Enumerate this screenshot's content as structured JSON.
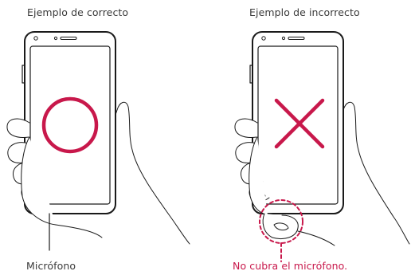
{
  "correct": {
    "title": "Ejemplo de correcto",
    "label": "Micrófono",
    "symbol": "circle"
  },
  "incorrect": {
    "title": "Ejemplo de incorrecto",
    "warning": "No cubra el micrófono.",
    "symbol": "cross"
  },
  "colors": {
    "accent": "#c8184b",
    "line": "#1a1a1a",
    "text": "#3a3a3a"
  }
}
